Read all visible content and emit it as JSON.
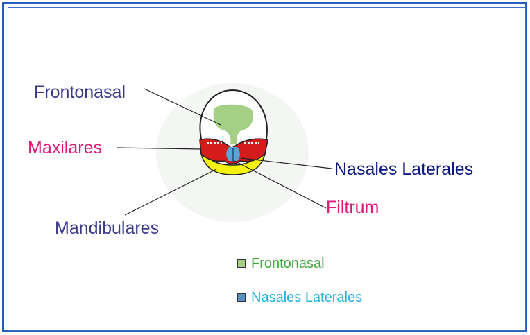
{
  "colors": {
    "frame": "#1f5fbf",
    "frontonasal_region": "#a6cf86",
    "maxilares_region": "#d41c1c",
    "mandibulares_region": "#f5f20f",
    "nasales_region": "#5aa3d6",
    "label_dark_blue": "#3a3a8c",
    "label_navy": "#0d1a80",
    "label_magenta": "#e3197a",
    "legend_green_text": "#3fa83f",
    "legend_blue_text": "#22b2e0",
    "leader_line": "#222222"
  },
  "labels": {
    "frontonasal": "Frontonasal",
    "maxilares": "Maxilares",
    "nasales_laterales": "Nasales Laterales",
    "filtrum": "Filtrum",
    "mandibulares": "Mandibulares"
  },
  "legend": {
    "items": [
      {
        "label": "Frontonasal",
        "swatch_color": "#a6cf86",
        "text_color": "#3fa83f"
      },
      {
        "label": "Nasales Laterales",
        "swatch_color": "#5a8ec9",
        "text_color": "#22b2e0"
      }
    ]
  }
}
